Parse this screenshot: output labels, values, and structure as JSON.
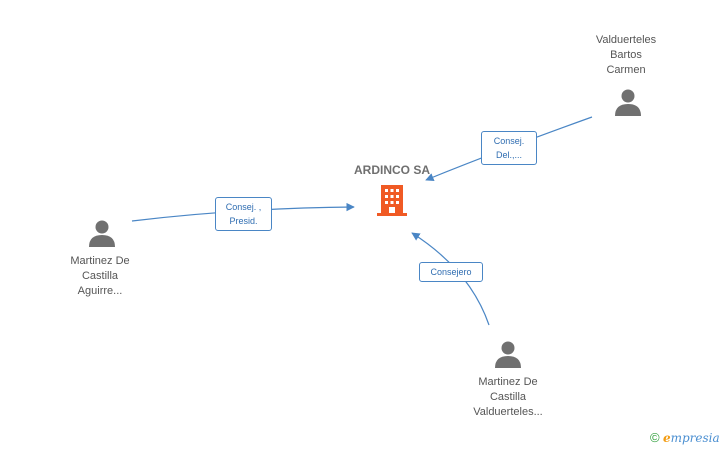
{
  "company": {
    "name": "ARDINCO SA",
    "icon": "building-icon",
    "color": "#f05a24"
  },
  "persons": [
    {
      "id": "p1",
      "label": "Valduerteles\nBartos\nCarmen",
      "icon": "person-icon"
    },
    {
      "id": "p2",
      "label": "Martinez De\nCastilla\nAguirre...",
      "icon": "person-icon"
    },
    {
      "id": "p3",
      "label": "Martinez De\nCastilla\nValduerteles...",
      "icon": "person-icon"
    }
  ],
  "relations": [
    {
      "from": "p1",
      "label": "Consej.\nDel.,..."
    },
    {
      "from": "p2",
      "label": "Consej. ,\nPresid."
    },
    {
      "from": "p3",
      "label": "Consejero"
    }
  ],
  "colors": {
    "edge": "#4a86c5",
    "icon": "#707070",
    "text": "#555555"
  },
  "brand": {
    "copyright_symbol": "©",
    "e": "e",
    "rest": "mpresia"
  }
}
